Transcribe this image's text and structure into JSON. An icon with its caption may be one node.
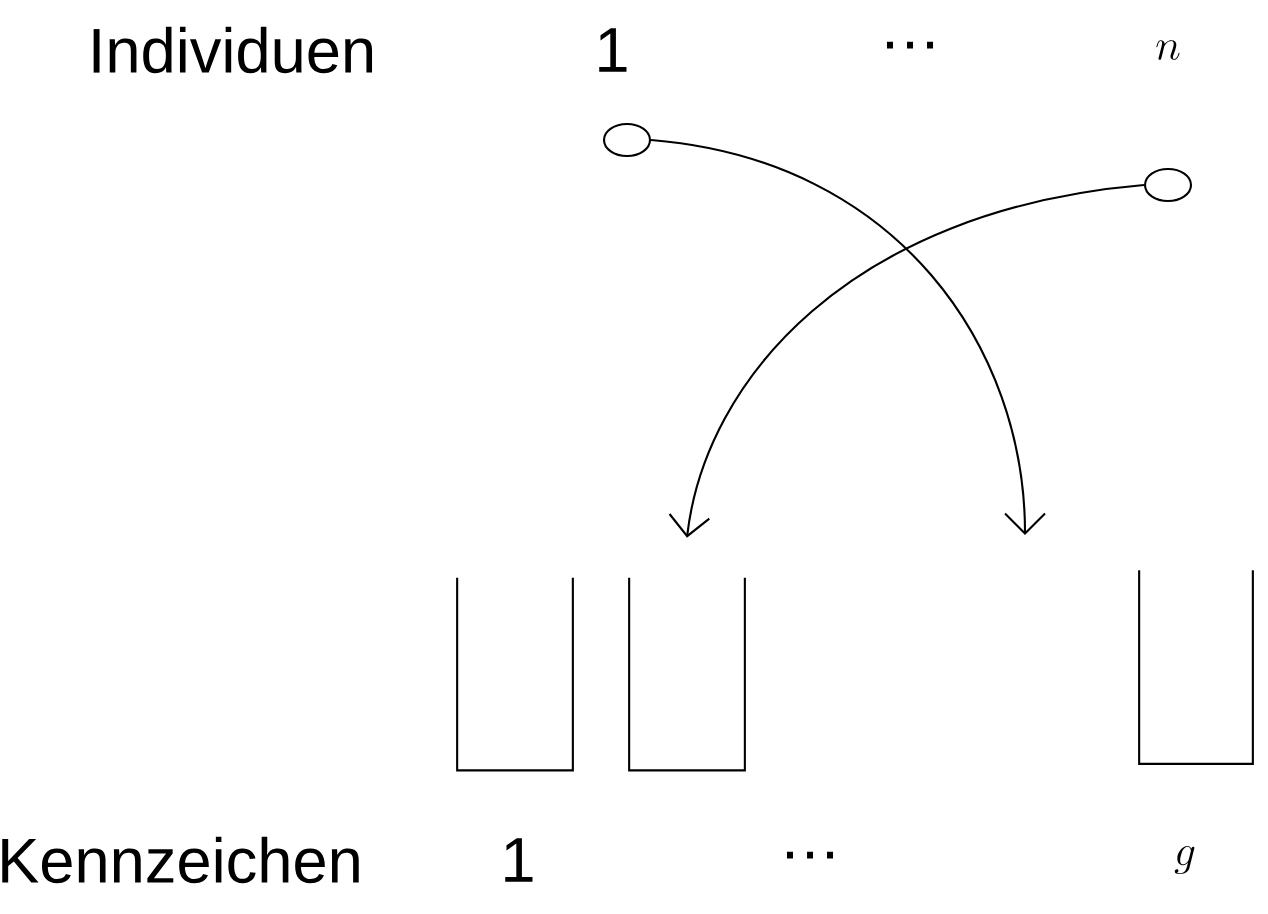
{
  "diagram": {
    "nodes": [
      {
        "text": [],
        "shape": "circle"
      },
      {
        "text": [],
        "shape": "circle"
      },
      {
        "text": [],
        "shape": "box"
      },
      {
        "text": [],
        "shape": "box"
      },
      {
        "text": [],
        "shape": "box"
      }
    ],
    "edges": [
      {
        "from": 0,
        "to": null,
        "arrow": "to"
      },
      {
        "from": 1,
        "to": 3,
        "arrow": "to"
      }
    ],
    "labels": [
      "Individuen",
      "1",
      "…",
      "n",
      "Kennzeichen",
      "1",
      "…",
      "g"
    ]
  }
}
